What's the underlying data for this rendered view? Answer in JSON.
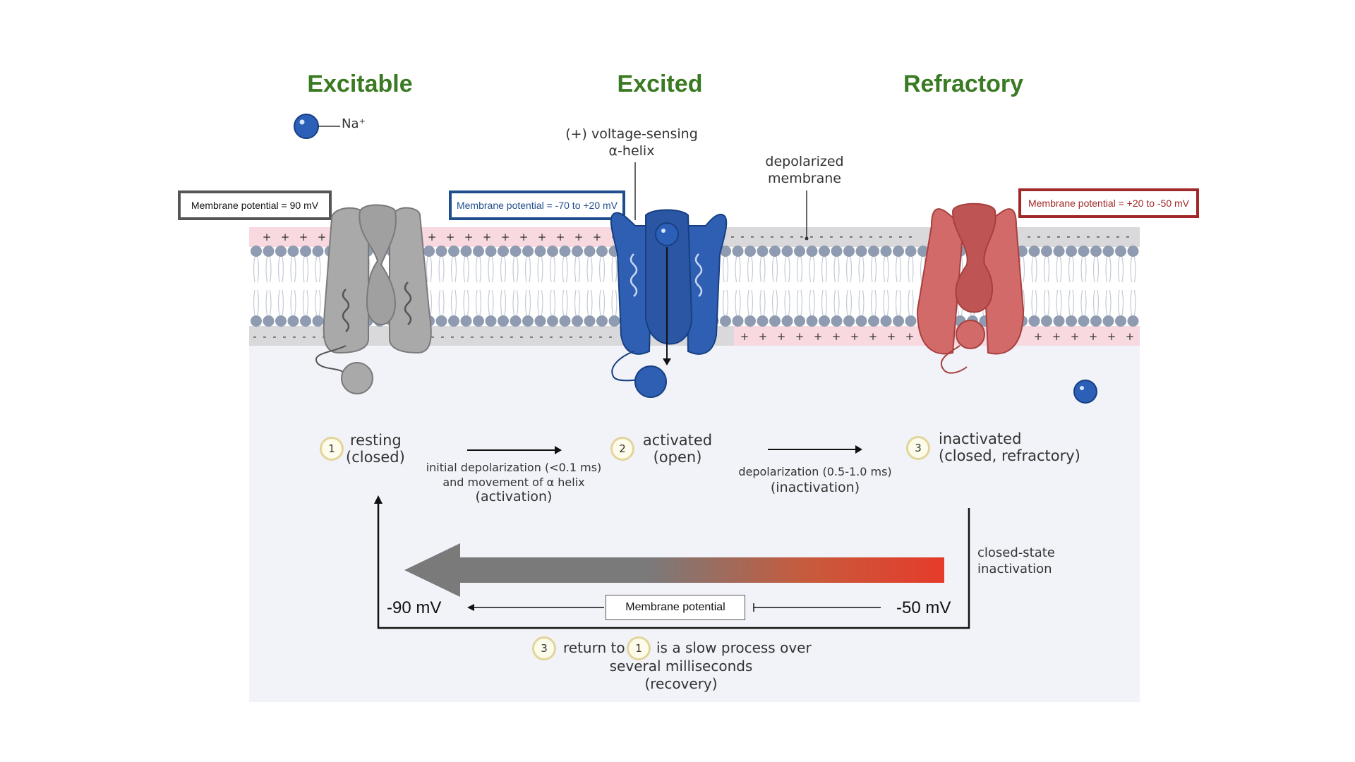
{
  "stages": [
    {
      "title": "Excitable",
      "color": "#3a7a22"
    },
    {
      "title": "Excited",
      "color": "#3a7a22"
    },
    {
      "title": "Refractory",
      "color": "#3a7a22"
    }
  ],
  "ion_legend": {
    "label": "Na⁺",
    "color": "#2b5fb8"
  },
  "membrane_boxes": [
    {
      "text": "Membrane potential  = 90 mV",
      "border": "#555555",
      "color": "#111111"
    },
    {
      "text": "Membrane potential  = -70 to +20 mV",
      "border": "#1f4e8c",
      "color": "#1f4e8c"
    },
    {
      "text": "Membrane potential  = +20 to -50 mV",
      "border": "#a02828",
      "color": "#a02828"
    }
  ],
  "annotations": {
    "voltage_sensing_line1": "(+)  voltage-sensing",
    "voltage_sensing_line2": "α-helix",
    "depolarized_line1": "depolarized",
    "depolarized_line2": "membrane"
  },
  "steps": [
    {
      "number": "1",
      "line1": "resting",
      "line2": "(closed)"
    },
    {
      "number": "2",
      "line1": "activated",
      "line2": "(open)"
    },
    {
      "number": "3",
      "line1": "inactivated",
      "line2": "(closed, refractory)"
    }
  ],
  "transitions": [
    {
      "line1": "initial depolarization (<0.1 ms)",
      "line2": "and movement of α helix",
      "line3": "(activation)"
    },
    {
      "line1": "depolarization (0.5-1.0 ms)",
      "line2": "(inactivation)"
    }
  ],
  "closed_state": {
    "line1": "closed-state",
    "line2": "inactivation"
  },
  "potential_scale": {
    "left": "-90 mV",
    "right": "-50 mV",
    "label": "Membrane potential"
  },
  "recovery": {
    "start_num": "3",
    "text_a": "return to",
    "mid_num": "1",
    "text_b": "is a slow process over",
    "line2": "several milliseconds",
    "line3": "(recovery)"
  },
  "colors": {
    "resting_channel": "#a9a9a9",
    "activated_channel": "#2f5fb3",
    "inactivated_channel": "#d26a6a",
    "membrane_plus_band": "#f7d9df",
    "membrane_gray_band": "#d9d9dc",
    "lipid_head": "#8f9bb0",
    "panel_bg": "#f1f3f8"
  }
}
